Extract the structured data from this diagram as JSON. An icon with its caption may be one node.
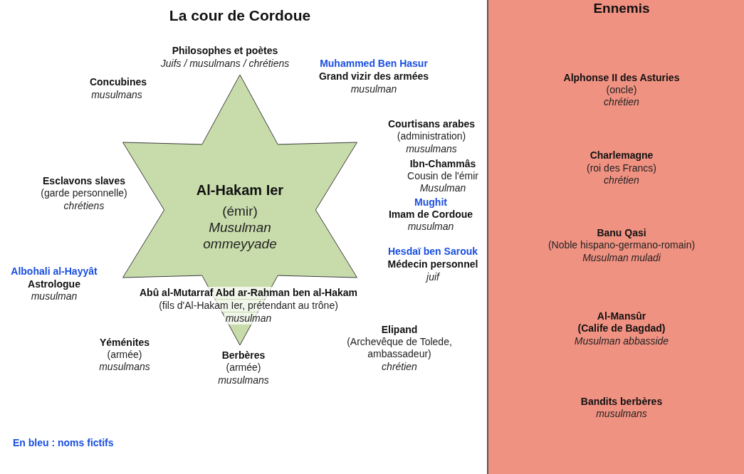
{
  "diagram": {
    "title": "La cour de Cordoue",
    "nodes": [
      {
        "text": [
          "Al-Hakam Ier",
          "(émir)",
          "Musulman ommeyyade"
        ]
      },
      {
        "text": [
          "Ennemis",
          "Alphonse II des Asturies",
          "(oncle)",
          "chrétien",
          "Charlemagne",
          "(roi des Francs)",
          "chrétien",
          "Banu Qasi",
          "(Noble hispano-germano-romain)",
          "Musulman muladi",
          "Al-Mansûr",
          "(Calife de Bagdad)",
          "Musulman abbasside",
          "Bandits berbères",
          "musulmans"
        ]
      }
    ],
    "edges": [],
    "labels": [
      "Philosophes et poètes",
      "Juifs / musulmans / chrétiens",
      "Muhammed Ben Hasur",
      "Grand vizir des armées",
      "musulman",
      "Concubines",
      "musulmans",
      "Courtisans arabes",
      "(administration)",
      "musulmans",
      "Esclavons slaves",
      "(garde personnelle)",
      "chrétiens",
      "Ibn-Chammâs",
      "Cousin de l'émir",
      "Musulman",
      "Mughit",
      "Imam de Cordoue",
      "musulman",
      "Hesdaï ben Sarouk",
      "Médecin personnel",
      "juif",
      "Albohali al-Hayyât",
      "Astrologue",
      "musulman",
      "Abû al-Mutarraf Abd ar-Rahman ben al-Hakam",
      "(fils d'Al-Hakam Ier, prétendant au trône)",
      "musulman",
      "Elipand",
      "(Archevêque de Tolede, ambassadeur)",
      "chrétien",
      "Yéménites",
      "(armée)",
      "musulmans",
      "Berbères",
      "(armée)",
      "musulmans",
      "En bleu : noms fictifs"
    ]
  }
}
